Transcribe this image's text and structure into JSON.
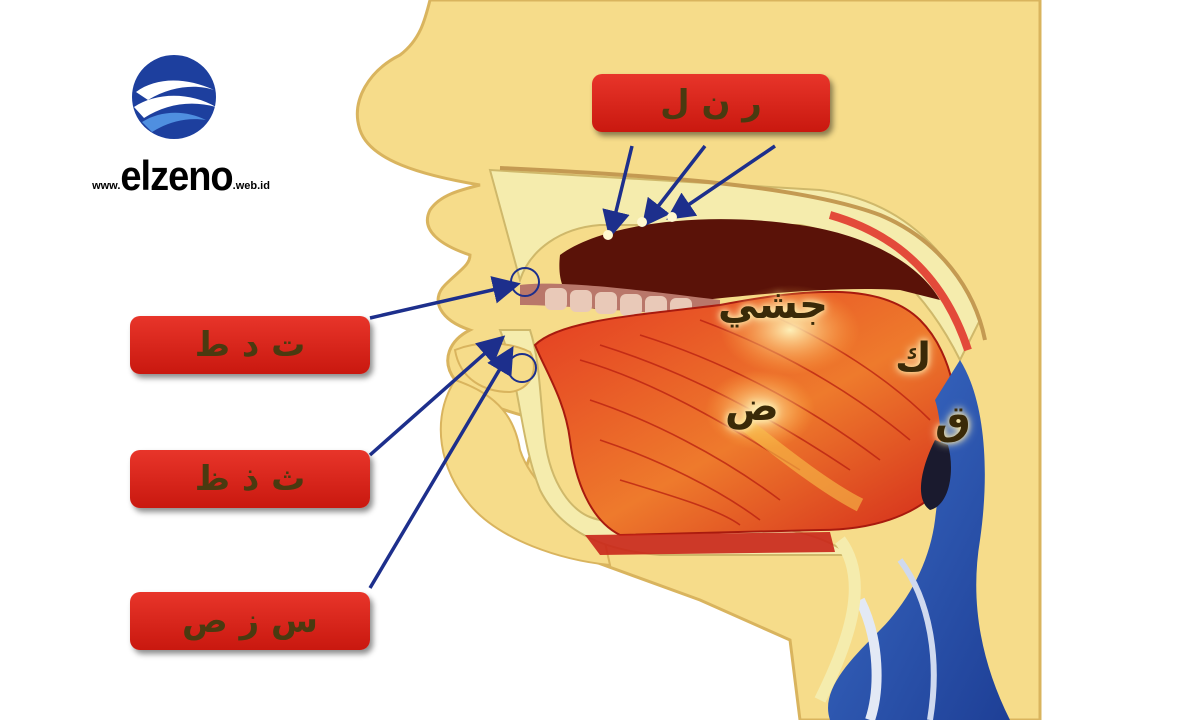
{
  "logo": {
    "prefix": "www.",
    "brand": "elzeno",
    "suffix": ".web.id",
    "colors": {
      "wave_dark": "#1d3f9e",
      "wave_light": "#4f8fe0"
    }
  },
  "labels": [
    {
      "id": "top",
      "text": "ر ن ل"
    },
    {
      "id": "teeth-ridge",
      "text": "ت د ط"
    },
    {
      "id": "teeth-edge",
      "text": "ث ذ ظ"
    },
    {
      "id": "teeth-whistle",
      "text": "س ز ص"
    }
  ],
  "tongue_letters": {
    "middle": "جشي",
    "side": "ض",
    "back_upper": "ك",
    "back_lower": "ق"
  },
  "colors": {
    "skin": "#f6dc8a",
    "skin_edge": "#d9b45e",
    "bone": "#f5ecad",
    "tongue": "#e0311c",
    "tongue_light": "#f07a2a",
    "mouth_cavity": "#5a1208",
    "throat": "#2f5fb8",
    "arrow": "#1d2f8c",
    "label_bg": "#d8241a"
  }
}
